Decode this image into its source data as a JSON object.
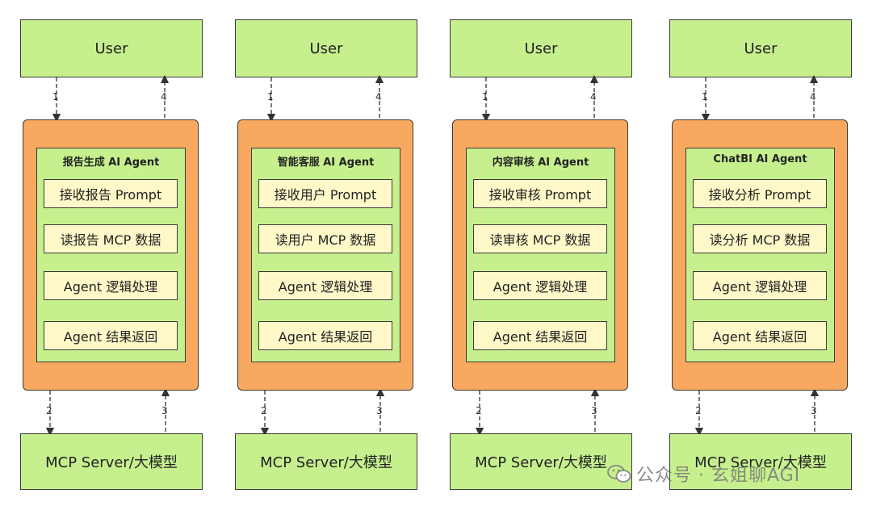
{
  "columns": [
    {
      "user": "User",
      "agent_title": "报告生成 AI Agent",
      "steps": [
        "接收报告 Prompt",
        "读报告 MCP 数据",
        "Agent 逻辑处理",
        "Agent 结果返回"
      ],
      "mcp": "MCP Server/大模型"
    },
    {
      "user": "User",
      "agent_title": "智能客服 AI Agent",
      "steps": [
        "接收用户 Prompt",
        "读用户 MCP 数据",
        "Agent 逻辑处理",
        "Agent 结果返回"
      ],
      "mcp": "MCP Server/大模型"
    },
    {
      "user": "User",
      "agent_title": "内容审核 AI Agent",
      "steps": [
        "接收审核 Prompt",
        "读审核 MCP 数据",
        "Agent 逻辑处理",
        "Agent 结果返回"
      ],
      "mcp": "MCP Server/大模型"
    },
    {
      "user": "User",
      "agent_title": "ChatBI AI Agent",
      "steps": [
        "接收分析 Prompt",
        "读分析 MCP 数据",
        "Agent 逻辑处理",
        "Agent 结果返回"
      ],
      "mcp": "MCP Server/大模型"
    }
  ],
  "arrow_labels": {
    "a1": "1",
    "a2": "2",
    "a3": "3",
    "a4": "4"
  },
  "watermark": "公众号 · 玄姐聊AGI",
  "colors": {
    "green_box": "#c6f08e",
    "orange_box": "#f9a95f",
    "step_box": "#fff8c8",
    "border": "#3a3a3a"
  }
}
